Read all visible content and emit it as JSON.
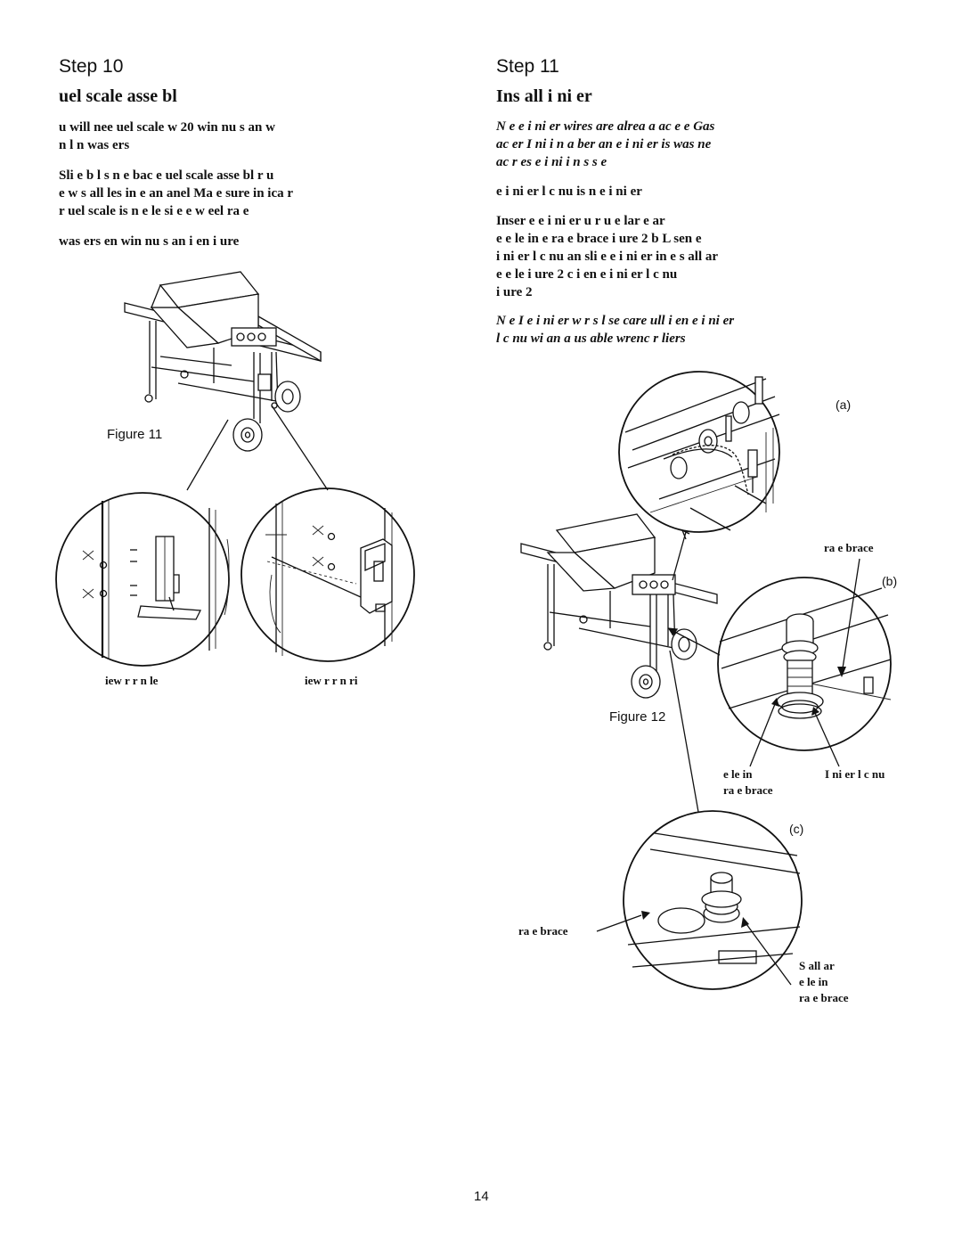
{
  "page_number": "14",
  "step10": {
    "step_label": "Step 10",
    "heading": "uel scale asse  bl",
    "paragraphs": [
      "u will nee     uel scale   w        20 win   nu  s an     w\nn  l  n was ers",
      "Sli      e b l s   n  e bac          e  uel scale asse  bl     r u\n  e  w    s  all     les in   e  an    anel  Ma e sure in ica   r\nr      uel scale is   n   e le   si e       e w eel  ra  e",
      "      was ers      en win   nu  s an     i  en   i ure"
    ],
    "figure_label": "Figure 11",
    "captions": {
      "left": "iew  r      r  n  le",
      "right": "iew  r      r  n  ri"
    }
  },
  "step11": {
    "step_label": "Step 11",
    "heading": "Ins  all  i  ni  er",
    "paragraphs": [
      "N   e       e i  ni  er wires are alrea    a  ac  e         e Gas\n    ac  er I  ni  i  n     a  ber an      e i  ni  er      is was      ne\n  ac   r    es      e i  ni  i  n s  s  e",
      "      e i  ni  er l  c  nu    is   n   e i  ni  er",
      "Inser      e               e i  ni  er  u    r  u       e lar  e   ar\n  e   e     le in    e  ra  e brace   i ure  2  b   L  sen      e\ni  ni  er l  c  nu   an  sli  e   e i  ni  er in       e s  all   ar\n  e   e     le   i ure  2  c     i  en    e i  ni  er l  c  nu\n  i ure  2",
      "N   e  I      e i  ni  er w  r s l  se  care  ull      i  en    e i  ni  er\nl  c  nu   wi   an a  us  able wrenc     r  liers"
    ],
    "figure_label": "Figure 12",
    "detail_labels": [
      "(a)",
      "(b)",
      "(c)"
    ],
    "callouts": {
      "frame_brace_b": "ra   e brace",
      "hole_in_brace": "e     le in\nra   e brace",
      "igniter_lock_nut": "I  ni  er l  c   nu",
      "frame_brace_c": "ra   e brace",
      "small_hole": "S  all   ar\ne     le in\nra   e brace"
    }
  }
}
